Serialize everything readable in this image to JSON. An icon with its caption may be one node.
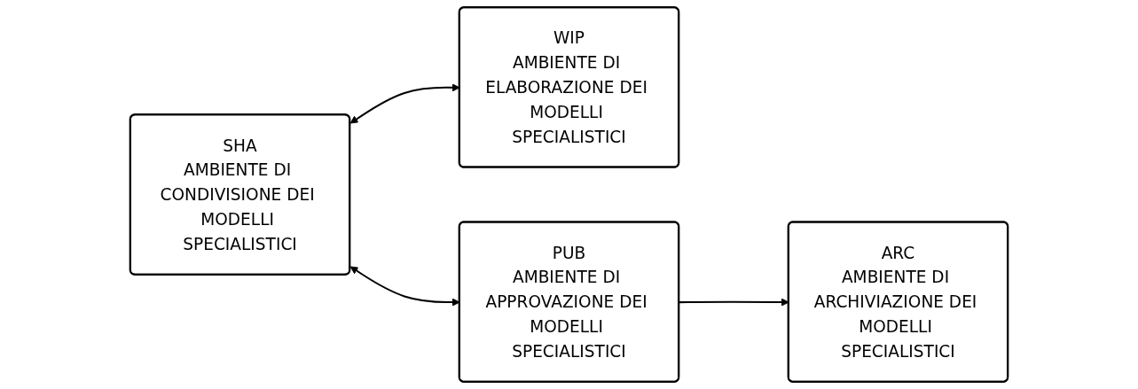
{
  "diagram": {
    "nodes": [
      {
        "text": [
          "SHA",
          "AMBIENTE DI CONDIVISIONE DEI MODELLI SPECIALISTICI"
        ]
      },
      {
        "text": [
          "WIP",
          "AMBIENTE DI ELABORAZIONE DEI MODELLI SPECIALISTICI"
        ]
      },
      {
        "text": [
          "PUB",
          "AMBIENTE DI APPROVAZIONE DEI MODELLI SPECIALISTICI"
        ]
      },
      {
        "text": [
          "ARC",
          "AMBIENTE DI ARCHIVIAZIONE DEI MODELLI SPECIALISTICI"
        ]
      }
    ],
    "edges": [
      {
        "from": 0,
        "to": 1,
        "arrow": "both"
      },
      {
        "from": 0,
        "to": 2,
        "arrow": "both"
      },
      {
        "from": 2,
        "to": 3,
        "arrow": "to"
      }
    ]
  }
}
